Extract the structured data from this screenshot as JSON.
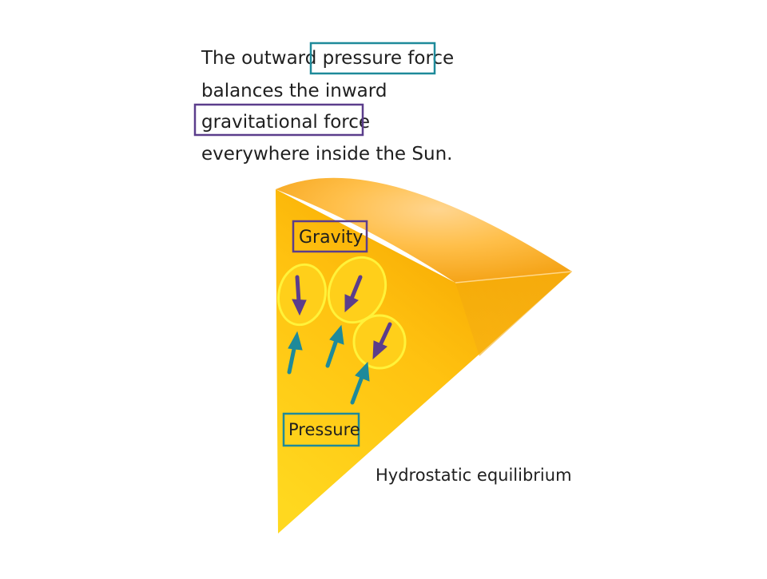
{
  "caption": {
    "line1_prefix": "The outward ",
    "pressure_term": "pressure force",
    "line2": "balances the inward",
    "gravity_term": "gravitational force",
    "line4": "everywhere inside the Sun."
  },
  "labels": {
    "gravity": "Gravity",
    "pressure": "Pressure",
    "title": "Hydrostatic equilibrium"
  },
  "colors": {
    "text": "#1f1f1f",
    "pressure": "#1e8a9a",
    "gravity": "#5b3d8c",
    "parcel_outline": "#fff23a",
    "sun_light": "#ffd21a",
    "sun_deep": "#f7a800"
  }
}
